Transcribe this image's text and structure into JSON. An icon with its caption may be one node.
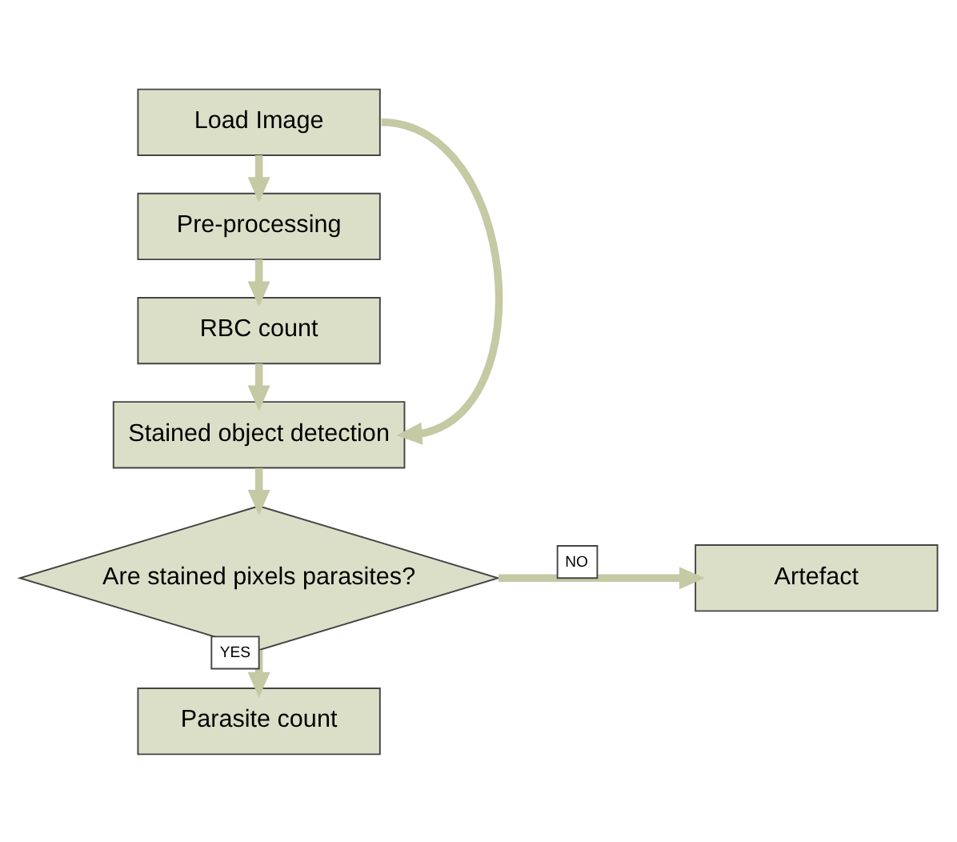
{
  "diagram": {
    "nodes": [
      {
        "text": [
          "Load Image"
        ]
      },
      {
        "text": [
          "Pre-processing"
        ]
      },
      {
        "text": [
          "RBC count"
        ]
      },
      {
        "text": [
          "Stained object detection"
        ]
      },
      {
        "text": [
          "Are stained pixels parasites?"
        ]
      },
      {
        "text": [
          "Artefact"
        ]
      },
      {
        "text": [
          "Parasite count"
        ]
      }
    ],
    "edges": [
      {
        "from": 0,
        "to": 1,
        "arrow": "to"
      },
      {
        "from": 1,
        "to": 2,
        "arrow": "to"
      },
      {
        "from": 2,
        "to": 3,
        "arrow": "to"
      },
      {
        "from": 0,
        "to": 3,
        "arrow": "to"
      },
      {
        "from": 3,
        "to": 4,
        "arrow": "to"
      },
      {
        "from": 4,
        "to": 5,
        "arrow": "to",
        "label": "NO"
      },
      {
        "from": 4,
        "to": 6,
        "arrow": "to",
        "label": "YES"
      }
    ]
  }
}
